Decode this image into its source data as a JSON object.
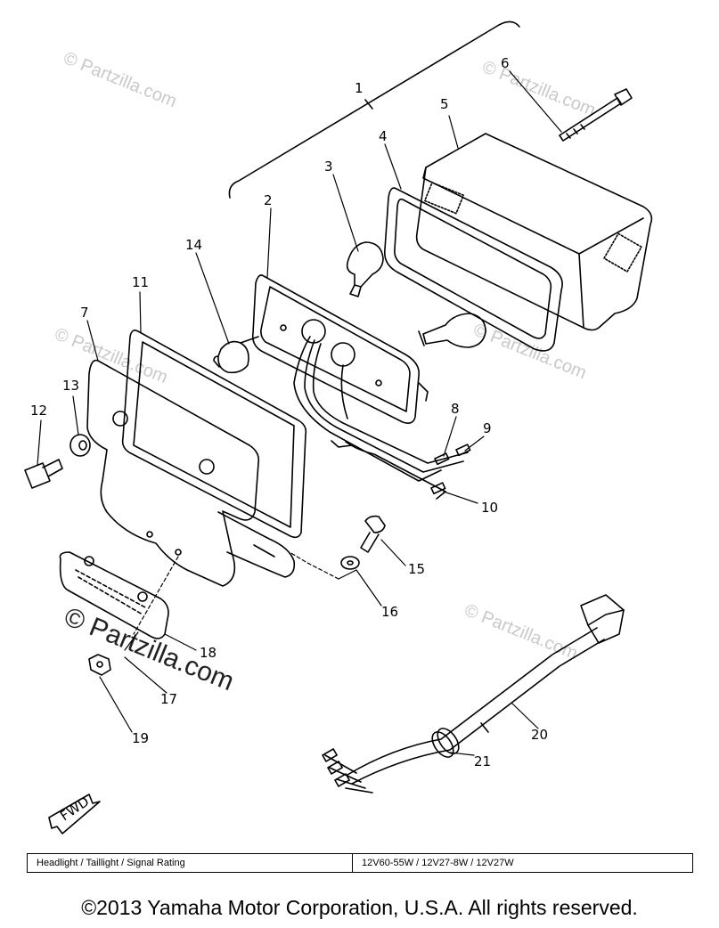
{
  "watermark": {
    "text": "© Partzilla.com"
  },
  "callouts": {
    "1": "1",
    "2": "2",
    "3": "3",
    "4": "4",
    "5": "5",
    "6": "6",
    "7": "7",
    "8": "8",
    "9": "9",
    "10": "10",
    "11": "11",
    "12": "12",
    "13": "13",
    "14": "14",
    "15": "15",
    "16": "16",
    "17": "17",
    "18": "18",
    "19": "19",
    "20": "20",
    "21": "21"
  },
  "fwd_label": "FWD",
  "rating_table": {
    "label": "Headlight / Taillight / Signal Rating",
    "value": "12V60-55W / 12V27-8W / 12V27W"
  },
  "copyright": "©2013  Yamaha Motor Corporation, U.S.A. All rights reserved."
}
